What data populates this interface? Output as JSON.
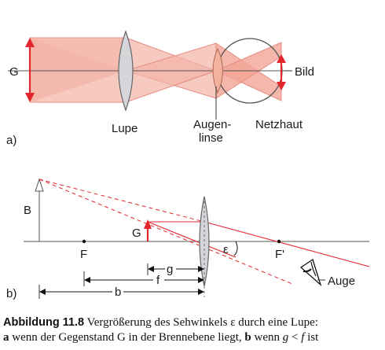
{
  "part_a": {
    "label_object": "G",
    "label_image": "Bild",
    "label_lens": "Lupe",
    "label_eye_lens_1": "Augen-",
    "label_eye_lens_2": "linse",
    "label_retina": "Netzhaut",
    "panel_label": "a)"
  },
  "part_b": {
    "label_B": "B",
    "label_G": "G",
    "label_F": "F",
    "label_Fprime": "F'",
    "label_epsilon": "ε",
    "label_g": "g",
    "label_f": "f",
    "label_b": "b",
    "label_eye": "Auge",
    "panel_label": "b)"
  },
  "caption": {
    "head": "Abbildung 11.8",
    "line1_rest": "Vergrößerung des Sehwinkels ε durch eine Lupe:",
    "a": "a",
    "a_text": "wenn der Gegenstand G in der Brennebene liegt,",
    "b": "b",
    "b_text_1": "wenn",
    "g": "g",
    "lt": "<",
    "f": "f",
    "b_text_2": "ist"
  },
  "colors": {
    "beam_fill": "#f4b9ae",
    "beam_edge": "#e07a6e",
    "arrow_red": "#e3262d",
    "lens_fill": "#d4d6d9",
    "axis": "#555555"
  }
}
